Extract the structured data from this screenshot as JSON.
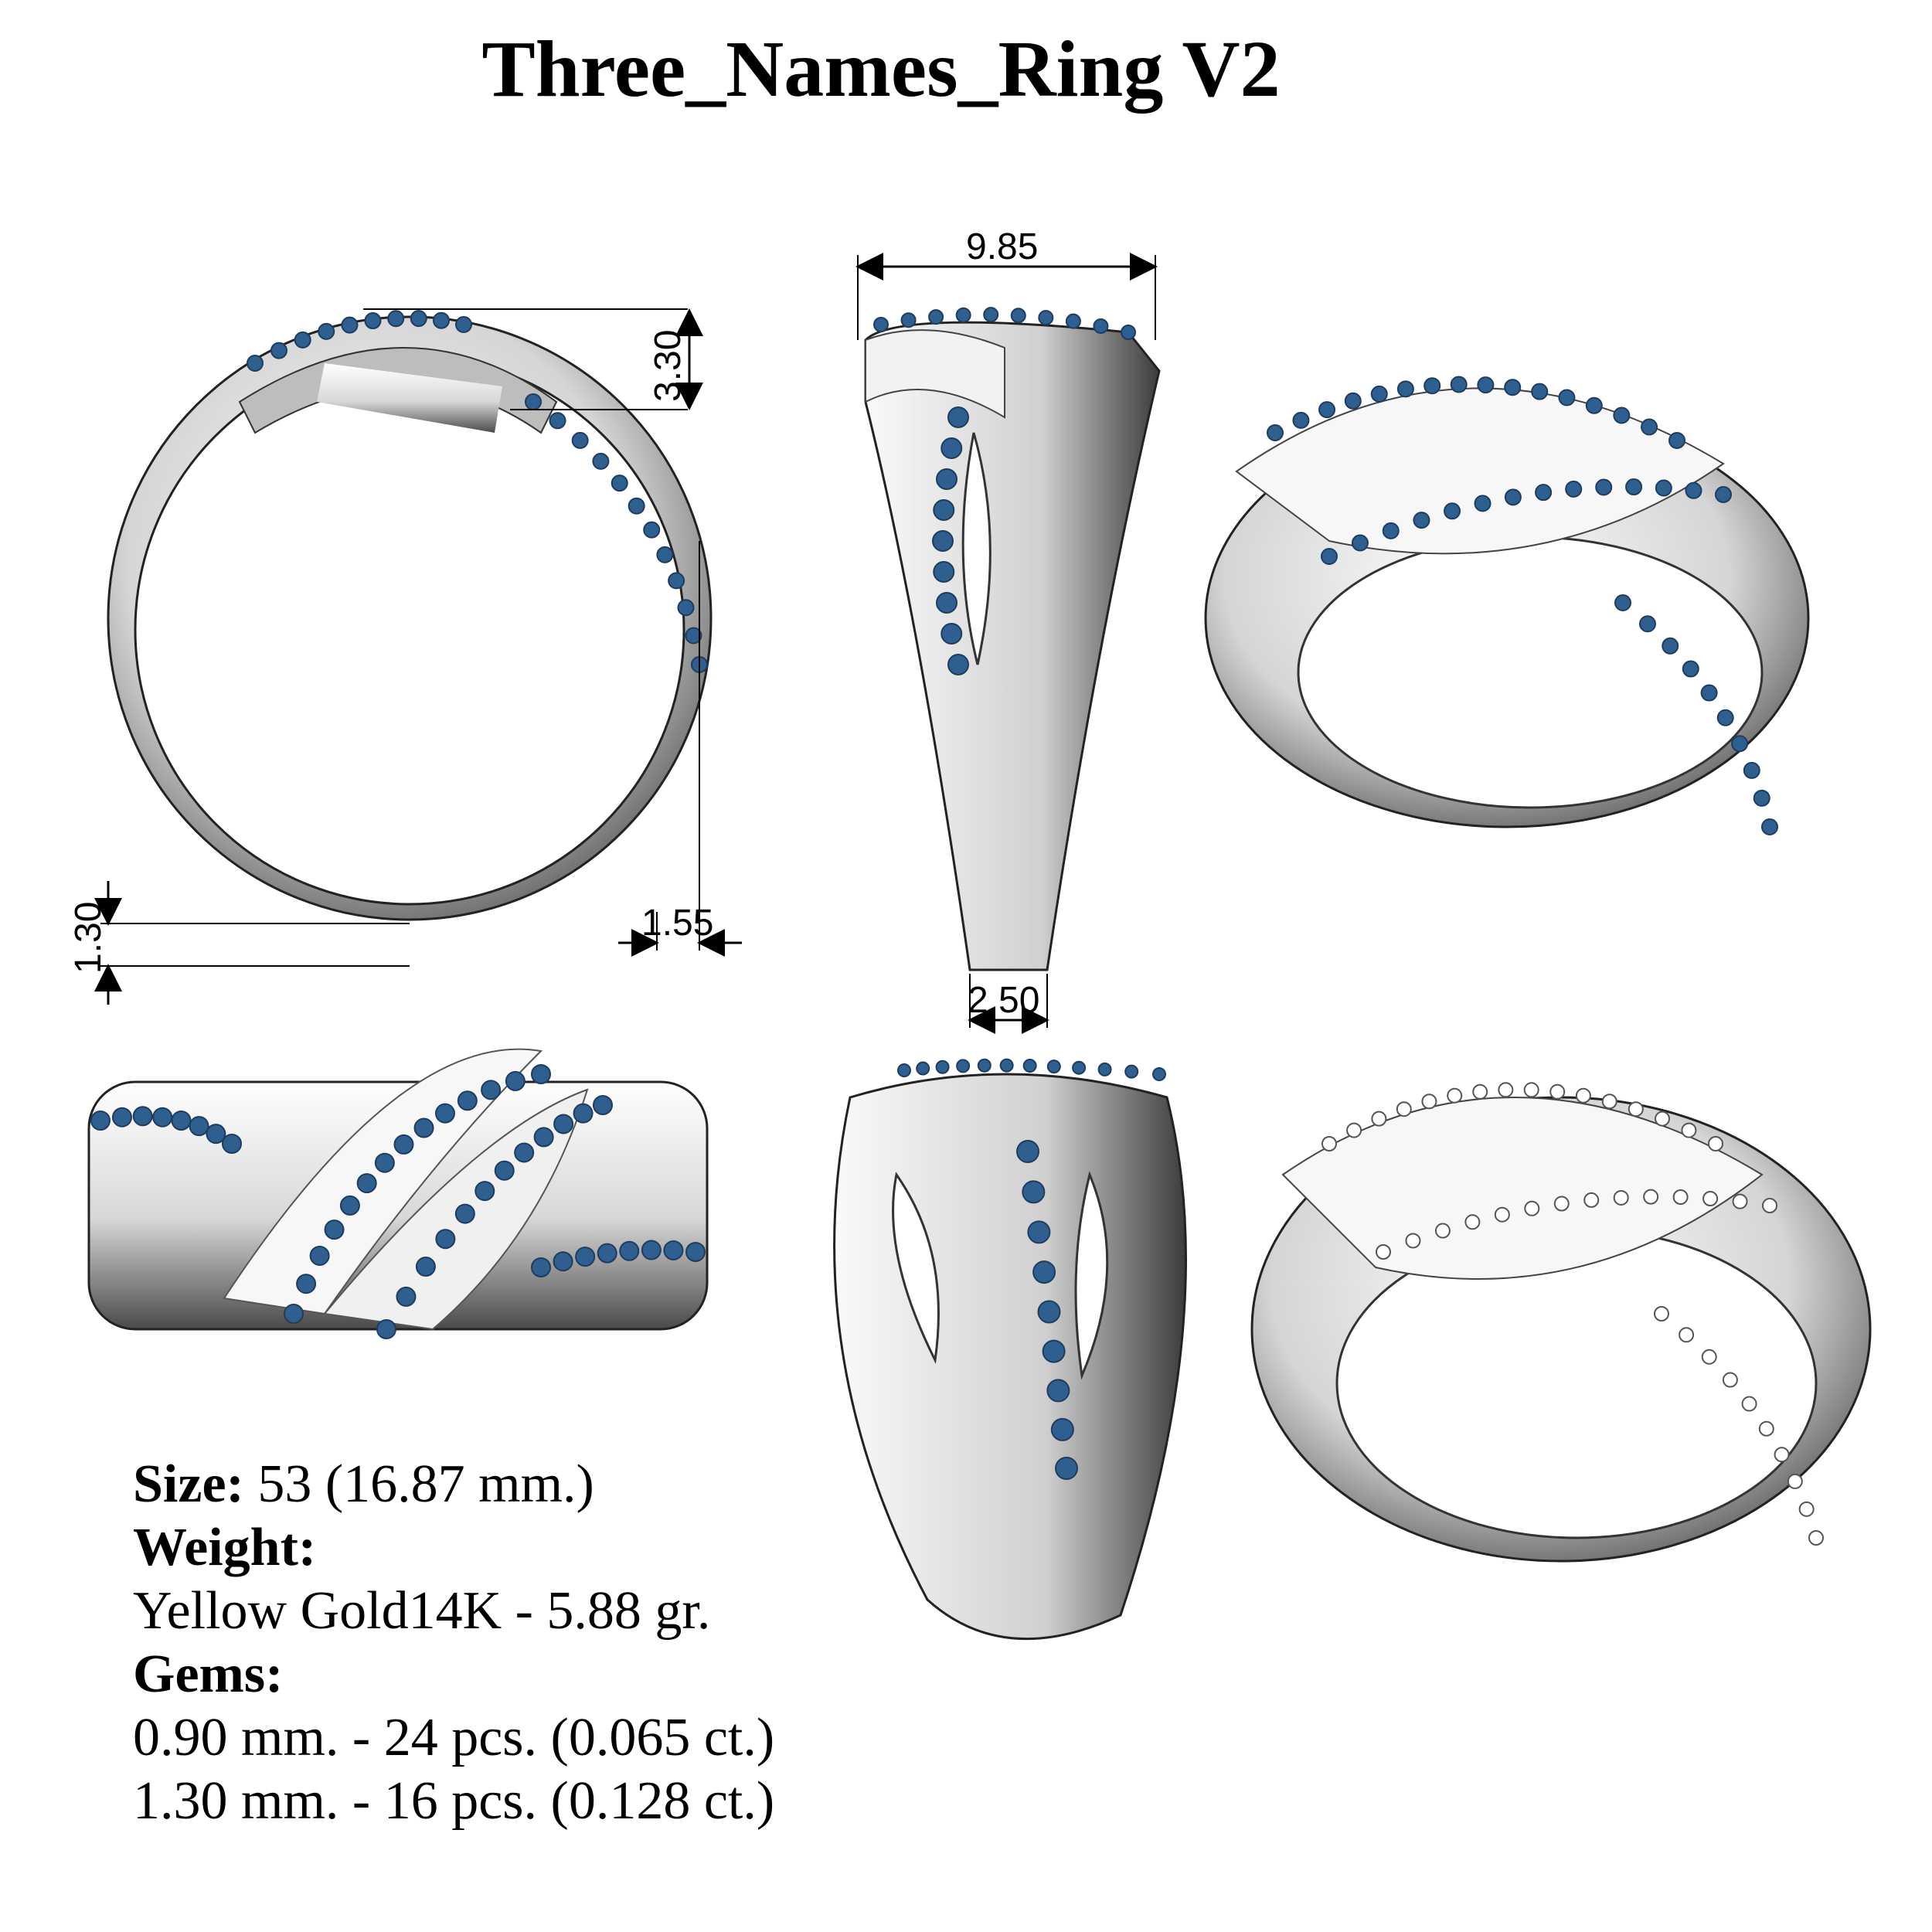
{
  "title": "Three_Names_Ring V2",
  "dimensions": {
    "top_width": "9.85",
    "head_height": "3.30",
    "band_thickness": "1.30",
    "shank_width_side": "1.55",
    "shank_width_bottom": "2.50"
  },
  "specs": {
    "size_label": "Size:",
    "size_value": " 53 (16.87 mm.)",
    "weight_label": "Weight:",
    "weight_value": "Yellow Gold14K - 5.88 gr.",
    "gems_label": "Gems:",
    "gems": [
      "0.90 mm. - 24 pcs. (0.065 ct.)",
      "1.30 mm. - 16 pcs. (0.128 ct.)"
    ]
  },
  "colors": {
    "metal": "#e6e6e6",
    "metal_shadow": "#5a5a5a",
    "gem": "#2f5f8f"
  }
}
